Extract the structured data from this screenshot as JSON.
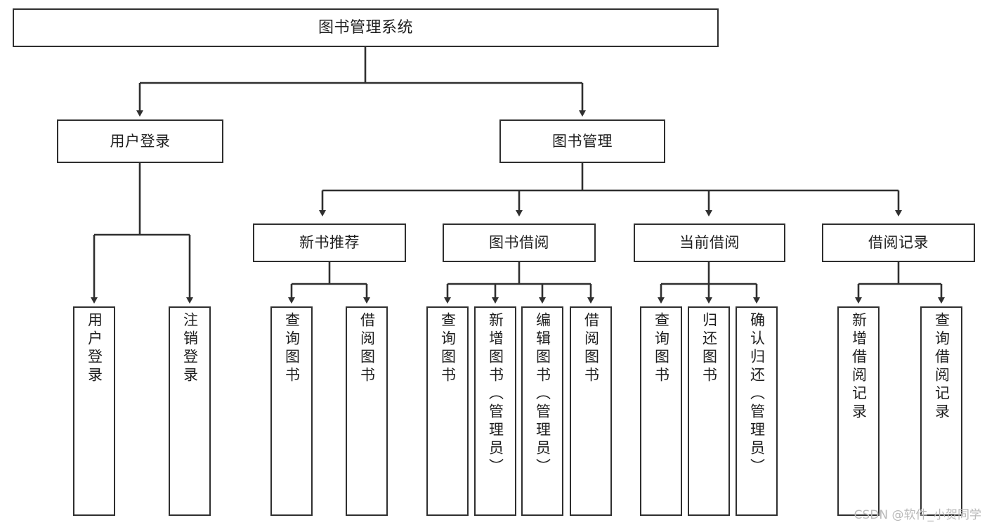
{
  "diagram": {
    "title": "图书管理系统",
    "type": "tree-hierarchy-diagram",
    "watermark": "CSDN @软件_小贺同学",
    "colors": {
      "box_border": "#2f2f2f",
      "box_fill": "#ffffff",
      "connector": "#2f2f2f",
      "text": "#1f1f1f",
      "watermark": "#b9b9b9",
      "background": "#ffffff"
    },
    "root": {
      "label": "图书管理系统"
    },
    "level2": [
      {
        "label": "用户登录"
      },
      {
        "label": "图书管理"
      }
    ],
    "level3": [
      {
        "label": "新书推荐"
      },
      {
        "label": "图书借阅"
      },
      {
        "label": "当前借阅"
      },
      {
        "label": "借阅记录"
      }
    ],
    "leaves": {
      "user_login": [
        {
          "label": "用户登录"
        },
        {
          "label": "注销登录"
        }
      ],
      "new_book_recommend": [
        {
          "label": "查询图书"
        },
        {
          "label": "借阅图书"
        }
      ],
      "book_borrow": [
        {
          "label": "查询图书"
        },
        {
          "label": "新增图书（管理员）"
        },
        {
          "label": "编辑图书（管理员）"
        },
        {
          "label": "借阅图书"
        }
      ],
      "current_borrow": [
        {
          "label": "查询图书"
        },
        {
          "label": "归还图书"
        },
        {
          "label": "确认归还（管理员）"
        }
      ],
      "borrow_record": [
        {
          "label": "新增借阅记录"
        },
        {
          "label": "查询借阅记录"
        }
      ]
    }
  }
}
